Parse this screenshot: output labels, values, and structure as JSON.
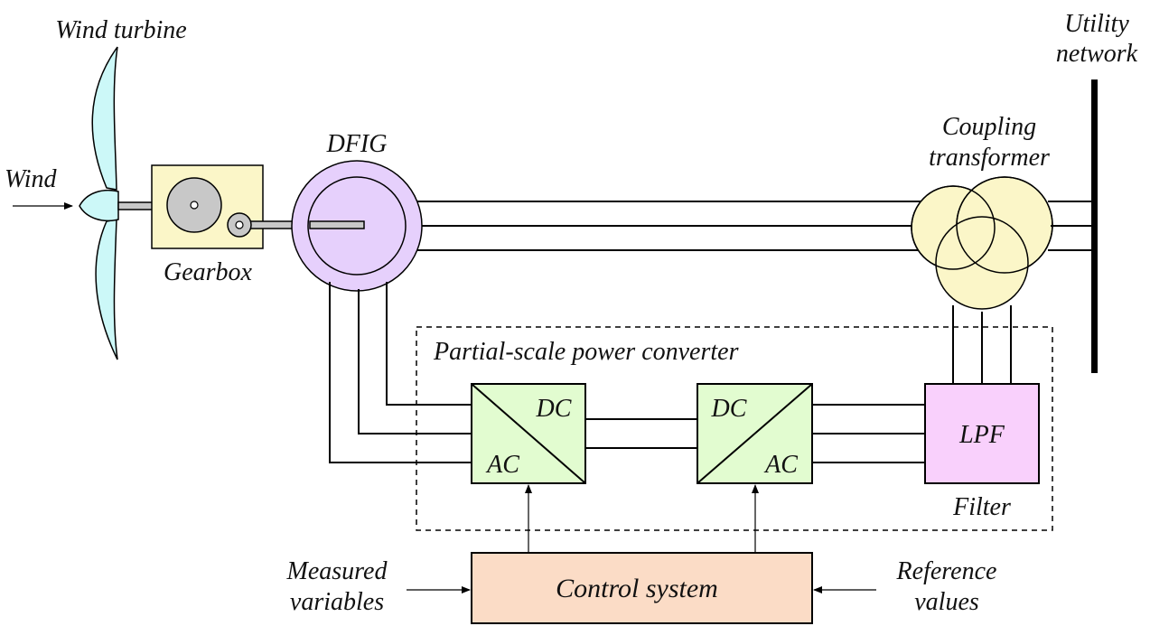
{
  "labels": {
    "wind_turbine": "Wind turbine",
    "wind": "Wind",
    "gearbox": "Gearbox",
    "dfig": "DFIG",
    "coupling_line1": "Coupling",
    "coupling_line2": "transformer",
    "utility_line1": "Utility",
    "utility_line2": "network",
    "converter_title": "Partial-scale power converter",
    "dc1": "DC",
    "ac1": "AC",
    "dc2": "DC",
    "ac2": "AC",
    "lpf": "LPF",
    "filter": "Filter",
    "control_system": "Control system",
    "measured_line1": "Measured",
    "measured_line2": "variables",
    "reference_line1": "Reference",
    "reference_line2": "values"
  },
  "colors": {
    "blade": "#ccf8f8",
    "gearbox": "#fbf6c8",
    "gear": "#c8c8c8",
    "dfig": "#e6d0fc",
    "transformer": "#fbf6c8",
    "converter": "#e2fcd0",
    "lpf": "#f9d0fc",
    "control": "#fbdcc6"
  }
}
